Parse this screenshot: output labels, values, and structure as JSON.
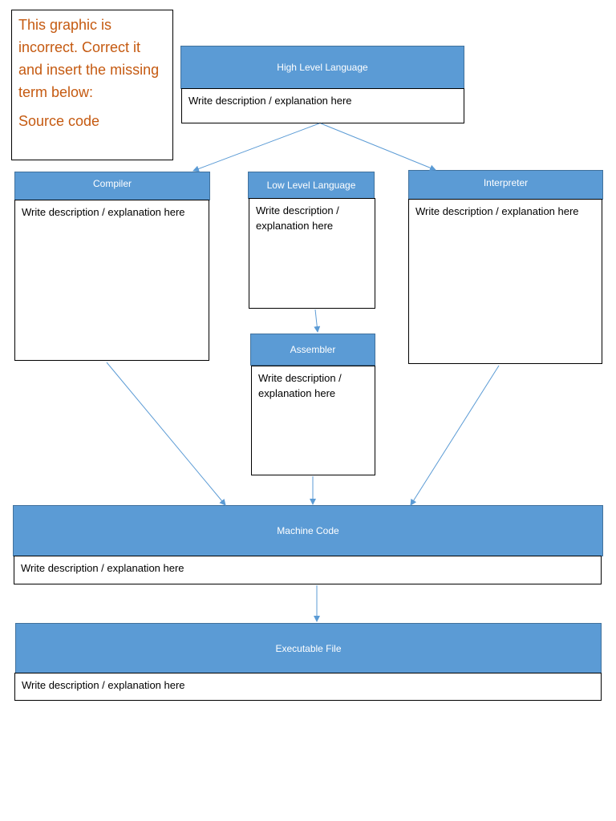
{
  "note": {
    "text": "This graphic is incorrect. Correct it and insert the missing term below:",
    "answer": "Source code"
  },
  "colors": {
    "header_fill": "#5b9bd5",
    "header_border": "#41719c",
    "note_text": "#c55a11",
    "arrow": "#5b9bd5"
  },
  "nodes": {
    "high_level_language": {
      "title": "High Level Language",
      "description": "Write description / explanation here"
    },
    "compiler": {
      "title": "Compiler",
      "description": "Write description / explanation here"
    },
    "low_level_language": {
      "title": "Low Level Language",
      "description": "Write description / explanation here"
    },
    "interpreter": {
      "title": "Interpreter",
      "description": "Write description / explanation here"
    },
    "assembler": {
      "title": "Assembler",
      "description": "Write description / explanation here"
    },
    "machine_code": {
      "title": "Machine Code",
      "description": "Write description / explanation here"
    },
    "executable_file": {
      "title": "Executable File",
      "description": "Write description / explanation here"
    }
  }
}
